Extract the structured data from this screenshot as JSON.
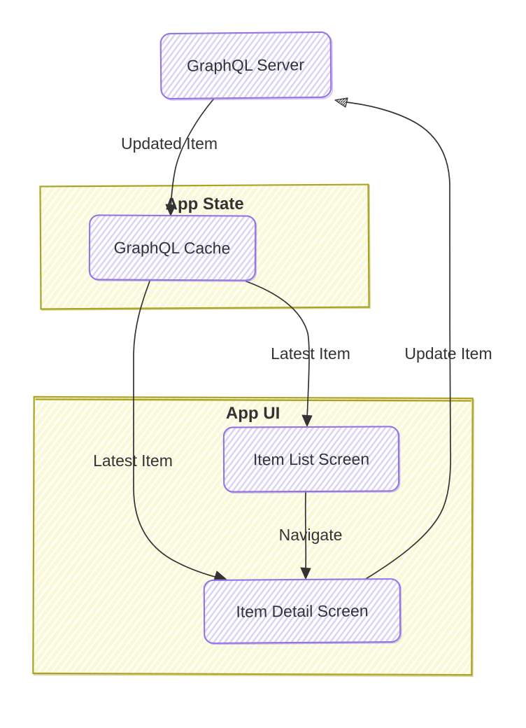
{
  "diagram": {
    "type": "flowchart",
    "style": "hand-drawn",
    "background": "#ffffff",
    "colors": {
      "node_border": "#9574e2",
      "node_fill": "#ffffff",
      "node_hatch": "#d9d2f6",
      "container_border": "#aca325",
      "container_fill": "#f9f9d6",
      "container_hatch": "#ffffff",
      "edge_color": "#333333",
      "text_color": "#333333",
      "background": "#ffffff"
    },
    "nodes": [
      {
        "id": "graphql-server",
        "label": "GraphQL Server"
      },
      {
        "id": "graphql-cache",
        "label": "GraphQL Cache"
      },
      {
        "id": "item-list-screen",
        "label": "Item List Screen"
      },
      {
        "id": "item-detail-screen",
        "label": "Item Detail Screen"
      }
    ],
    "containers": [
      {
        "id": "app-state",
        "label": "App State",
        "contains": [
          "graphql-cache"
        ]
      },
      {
        "id": "app-ui",
        "label": "App UI",
        "contains": [
          "item-list-screen",
          "item-detail-screen"
        ]
      }
    ],
    "edges": [
      {
        "from": "graphql-server",
        "to": "graphql-cache",
        "label": "Updated Item"
      },
      {
        "from": "graphql-cache",
        "to": "item-list-screen",
        "label": "Latest Item"
      },
      {
        "from": "graphql-cache",
        "to": "item-detail-screen",
        "label": "Latest Item"
      },
      {
        "from": "item-list-screen",
        "to": "item-detail-screen",
        "label": "Navigate"
      },
      {
        "from": "item-detail-screen",
        "to": "graphql-server",
        "label": "Update Item"
      }
    ]
  }
}
